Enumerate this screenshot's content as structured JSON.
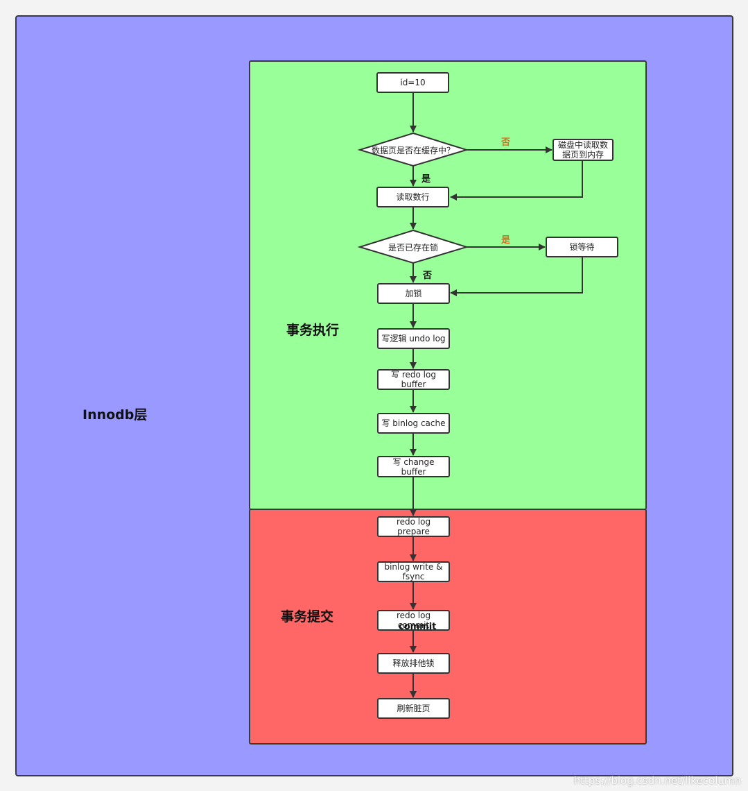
{
  "regions": {
    "outer_label": "Innodb层",
    "exec_label": "事务执行",
    "commit_label": "事务提交"
  },
  "nodes": {
    "start": "id=10",
    "decision_cache": "数据页是否在缓存中？",
    "read_disk": "磁盘中读取数据页到内存",
    "read_row": "读取数行",
    "decision_lock": "是否已存在锁",
    "lock_wait": "锁等待",
    "add_lock": "加锁",
    "write_undo": "写逻辑 undo log",
    "write_redo_buffer": "写 redo log buffer",
    "write_binlog_cache": "写 binlog cache",
    "write_change_buffer": "写 change buffer",
    "redo_prepare": "redo log prepare",
    "binlog_write": "binlog write & fsync",
    "redo_commit": "redo log commit",
    "release_lock": "释放排他锁",
    "flush_dirty": "刷新脏页"
  },
  "edge_labels": {
    "cache_no": "否",
    "cache_yes": "是",
    "lock_yes": "是",
    "lock_no": "否"
  },
  "overlay_text": "commit",
  "watermark": "https://blog.csdn.net/likecolumn",
  "colors": {
    "outer_bg": "#9999ff",
    "exec_bg": "#99ff99",
    "commit_bg": "#ff6666",
    "edge_label_orange": "#e8681e"
  }
}
